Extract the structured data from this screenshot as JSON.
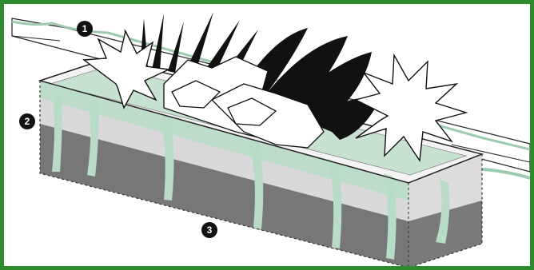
{
  "frame": {
    "border_color": "#2e8b2e"
  },
  "callouts": [
    {
      "id": "1",
      "label": "1"
    },
    {
      "id": "2",
      "label": "2"
    },
    {
      "id": "3",
      "label": "3"
    }
  ],
  "palette": {
    "moisture": "#b9dcc6",
    "soil_light": "#d9d9d9",
    "soil_dark": "#777777",
    "planter_top": "#f4f4f4",
    "foliage_dark": "#111111",
    "leaf_fill": "#ffffff"
  }
}
